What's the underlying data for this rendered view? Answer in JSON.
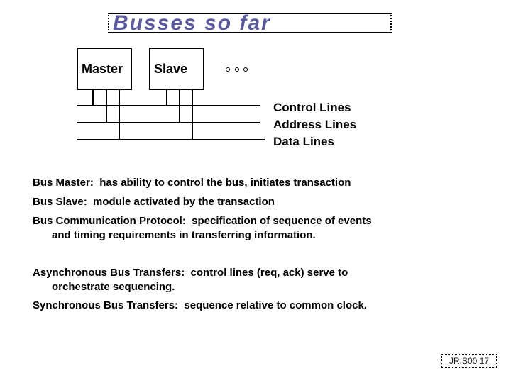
{
  "title": "Busses so far",
  "colors": {
    "title_text": "#5a5a9d",
    "diagram_lines": "#000000",
    "background": "#ffffff"
  },
  "diagram": {
    "master_label": "Master",
    "slave_label": "Slave",
    "ellipsis_dot_count": 3,
    "line_labels": [
      "Control Lines",
      "Address Lines",
      "Data Lines"
    ]
  },
  "body": {
    "lines": [
      "Bus Master:  has ability to control the bus, initiates transaction",
      "Bus Slave:  module activated by the transaction",
      "Bus Communication Protocol:  specification of sequence of events",
      "and timing requirements in transferring information.",
      "Asynchronous Bus Transfers:  control lines (req, ack) serve to",
      "orchestrate sequencing.",
      "Synchronous Bus Transfers:  sequence relative to common clock."
    ]
  },
  "footer": {
    "page_label": "JR.S00 17"
  }
}
